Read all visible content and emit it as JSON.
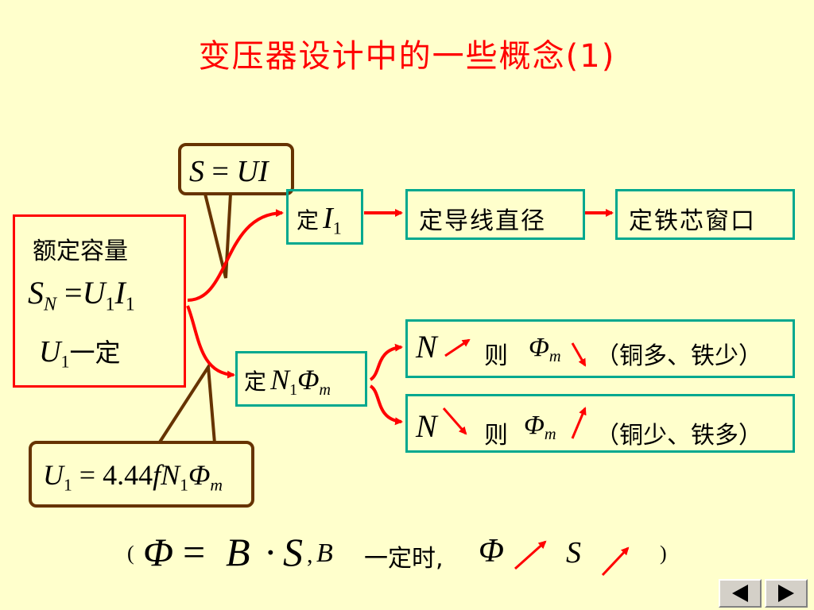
{
  "title": "变压器设计中的一些概念(1)",
  "rated_box": {
    "heading": "额定容量",
    "formula_S": "S",
    "formula_S_sub": "N",
    "formula_eq": "=",
    "formula_U": "U",
    "formula_U_sub": "1",
    "formula_I": "I",
    "formula_I_sub": "1",
    "u1_U": "U",
    "u1_sub": "1",
    "u1_text": "一定"
  },
  "callout_top": {
    "S": "S",
    "eq": "=",
    "UI": "UI"
  },
  "callout_bottom": {
    "U": "U",
    "U_sub": "1",
    "eq": "=",
    "num": "4.44",
    "f": "f",
    "N": "N",
    "N_sub": "1",
    "phi": "Φ",
    "phi_sub": "m"
  },
  "box_fix_I": {
    "label": "定",
    "I": "I",
    "I_sub": "1"
  },
  "box_wire": {
    "label": "定导线直径"
  },
  "box_core": {
    "label": "定铁芯窗口"
  },
  "box_fix_N": {
    "label": "定",
    "N": "N",
    "N_sub": "1",
    "phi": "Φ",
    "phi_sub": "m"
  },
  "case_up": {
    "N": "N",
    "then": "则",
    "phi": "Φ",
    "phi_sub": "m",
    "note": "（铜多、铁少）"
  },
  "case_down": {
    "N": "N",
    "then": "则",
    "phi": "Φ",
    "phi_sub": "m",
    "note": "（铜少、铁多）"
  },
  "footer": {
    "open": "(",
    "phi": "Φ",
    "eq": "=",
    "B": "B",
    "dot": "·",
    "S": "S",
    "comma": ",",
    "B2": "B",
    "text": "一定时,",
    "phi2": "Φ",
    "S2": "S",
    "close": ")"
  },
  "nav": {
    "prev_icon": "triangle-left-icon",
    "next_icon": "triangle-right-icon"
  },
  "colors": {
    "red": "#FF0000",
    "teal": "#00A88F",
    "brown": "#663300",
    "background": "#FFFFCC"
  }
}
